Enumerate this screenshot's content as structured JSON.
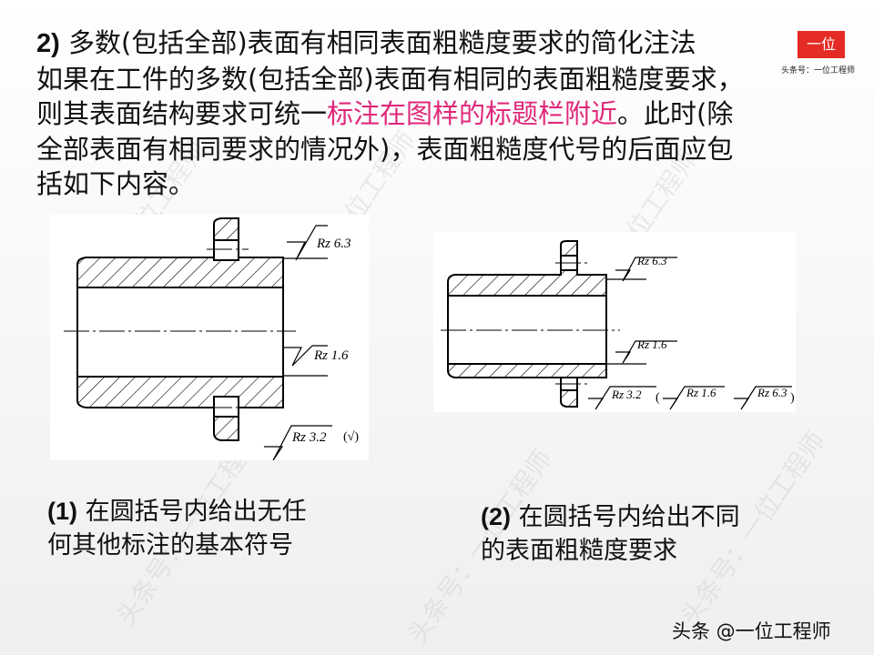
{
  "heading": {
    "num": "2)",
    "title": "多数(包括全部)表面有相同表面粗糙度要求的简化注法",
    "line2": "如果在工件的多数(包括全部)表面有相同的表面粗糙度要求，",
    "line3_a": "则其表面结构要求可统一",
    "line3_hl": "标注在图样的标题栏附近",
    "line3_b": "。此时(除",
    "line4": "全部表面有相同要求的情况外)，表面粗糙度代号的后面应包",
    "line5": "括如下内容。",
    "highlight_color": "#e0287a"
  },
  "logo": {
    "text": "一位",
    "caption": "头条号：一位工程师",
    "color": "#e52b25"
  },
  "figure1": {
    "labels": {
      "top": "Rz  6.3",
      "mid": "Rz  1.6",
      "bottom": "Rz  3.2",
      "paren": "(√)"
    }
  },
  "figure2": {
    "labels": {
      "top": "Rz  6.3",
      "mid": "Rz  1.6",
      "bottom": "Rz  3.2",
      "paren_open": "(",
      "p1": "Rz  1.6",
      "p2": "Rz  6.3",
      "paren_close": ")"
    }
  },
  "captions": {
    "c1_num": "(1)",
    "c1_line1": "在圆括号内给出无任",
    "c1_line2": "何其他标注的基本符号",
    "c2_num": "(2)",
    "c2_line1": "在圆括号内给出不同",
    "c2_line2": "的表面粗糙度要求"
  },
  "footer": "头条 @一位工程师",
  "watermark": "头条号：一位工程师"
}
